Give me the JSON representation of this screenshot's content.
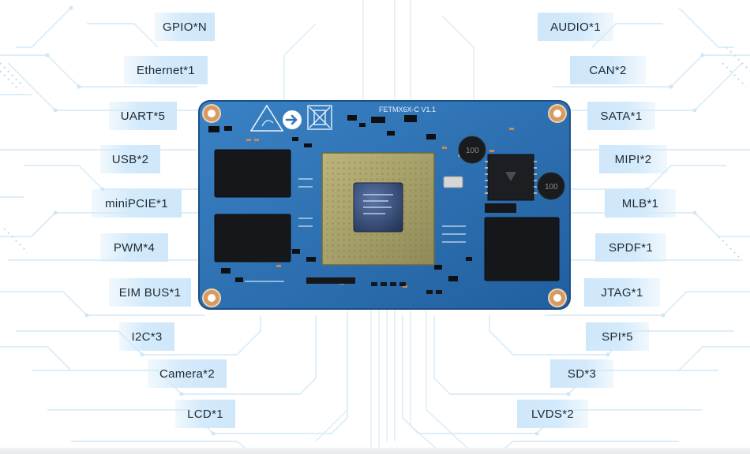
{
  "labels_left": [
    {
      "id": "gpio",
      "text": "GPIO*N"
    },
    {
      "id": "ethernet",
      "text": "Ethernet*1"
    },
    {
      "id": "uart",
      "text": "UART*5"
    },
    {
      "id": "usb",
      "text": "USB*2"
    },
    {
      "id": "minipcie",
      "text": "miniPCIE*1"
    },
    {
      "id": "pwm",
      "text": "PWM*4"
    },
    {
      "id": "eim-bus",
      "text": "EIM BUS*1"
    },
    {
      "id": "i2c",
      "text": "I2C*3"
    },
    {
      "id": "camera",
      "text": "Camera*2"
    },
    {
      "id": "lcd",
      "text": "LCD*1"
    }
  ],
  "labels_right": [
    {
      "id": "audio",
      "text": "AUDIO*1"
    },
    {
      "id": "can",
      "text": "CAN*2"
    },
    {
      "id": "sata",
      "text": "SATA*1"
    },
    {
      "id": "mipi",
      "text": "MIPI*2"
    },
    {
      "id": "mlb",
      "text": "MLB*1"
    },
    {
      "id": "spdf",
      "text": "SPDF*1"
    },
    {
      "id": "jtag",
      "text": "JTAG*1"
    },
    {
      "id": "spi",
      "text": "SPI*5"
    },
    {
      "id": "sd",
      "text": "SD*3"
    },
    {
      "id": "lvds",
      "text": "LVDS*2"
    }
  ],
  "board": {
    "silkscreen_model": "FETMX6X-C V1.1",
    "inductor_mark": "100",
    "colors": {
      "pcb": "#2f73b6",
      "pcb_dark": "#1f5a98",
      "chip_black": "#16181c",
      "pad_copper": "#c98a52",
      "soc_gold": "#a8a06a",
      "soc_die": "#3a4f78",
      "trace": "#b9daf2"
    }
  }
}
